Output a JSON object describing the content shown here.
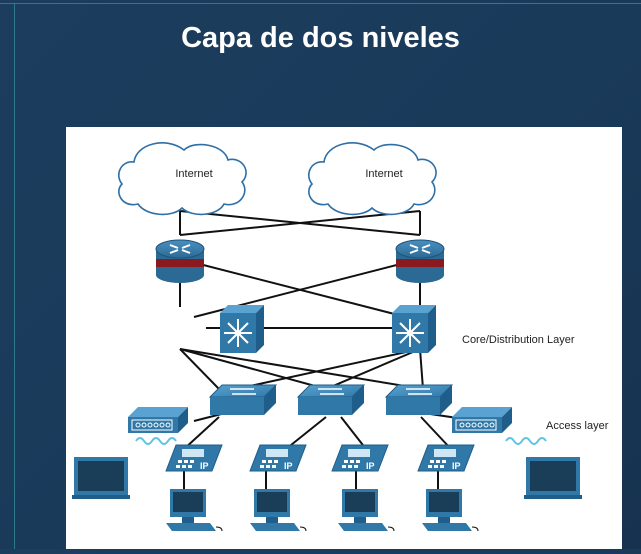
{
  "slide": {
    "title": "Capa de dos niveles"
  },
  "diagram": {
    "clouds": [
      "Internet",
      "Internet"
    ],
    "layer_labels": {
      "core_distribution": "Core/Distribution Layer",
      "access": "Access layer"
    },
    "phone_badge": "IP",
    "colors": {
      "background": "#1b3a5a",
      "cable": "#111111",
      "router_body": "#2c6a96",
      "router_band": "#8a1a20",
      "switch_body": "#2f78a8",
      "cloud_stroke": "#2d6fa6"
    },
    "icons": [
      "cloud-icon",
      "router-icon",
      "multilayer-switch-icon",
      "switch-icon",
      "wireless-ap-icon",
      "laptop-icon",
      "ip-phone-icon",
      "pc-icon"
    ]
  }
}
